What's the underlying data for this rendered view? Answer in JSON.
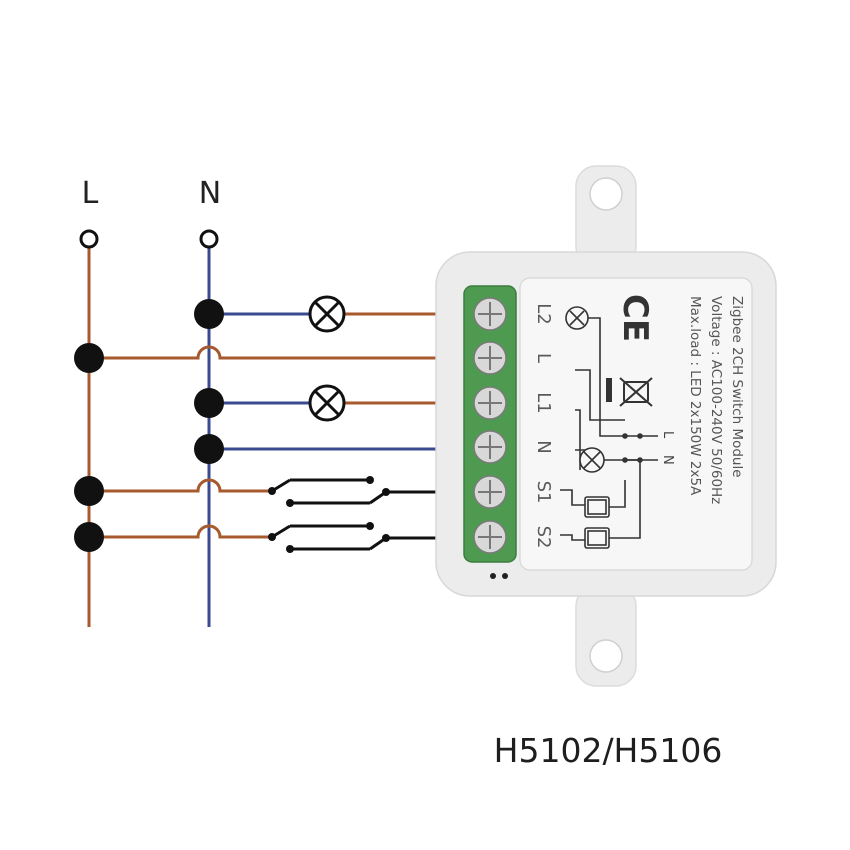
{
  "diagram": {
    "line_label": "L",
    "neutral_label": "N",
    "model": "H5102/H5106",
    "colors": {
      "live": "#a65a2e",
      "neutral": "#3a4a8f",
      "switch": "#111111",
      "terminal_block": "#4e9a50",
      "module_body": "#ececec"
    }
  },
  "module": {
    "title": "Zigbee 2CH Switch Module",
    "voltage": "Voltage : AC100-240V 50/60Hz",
    "max_load": "Max.load : LED 2x150W  2x5A",
    "ce_mark": "CE",
    "terminals": [
      "L2",
      "L",
      "L1",
      "N",
      "S1",
      "S2"
    ],
    "inner_labels": {
      "l": "L",
      "n": "N"
    }
  }
}
